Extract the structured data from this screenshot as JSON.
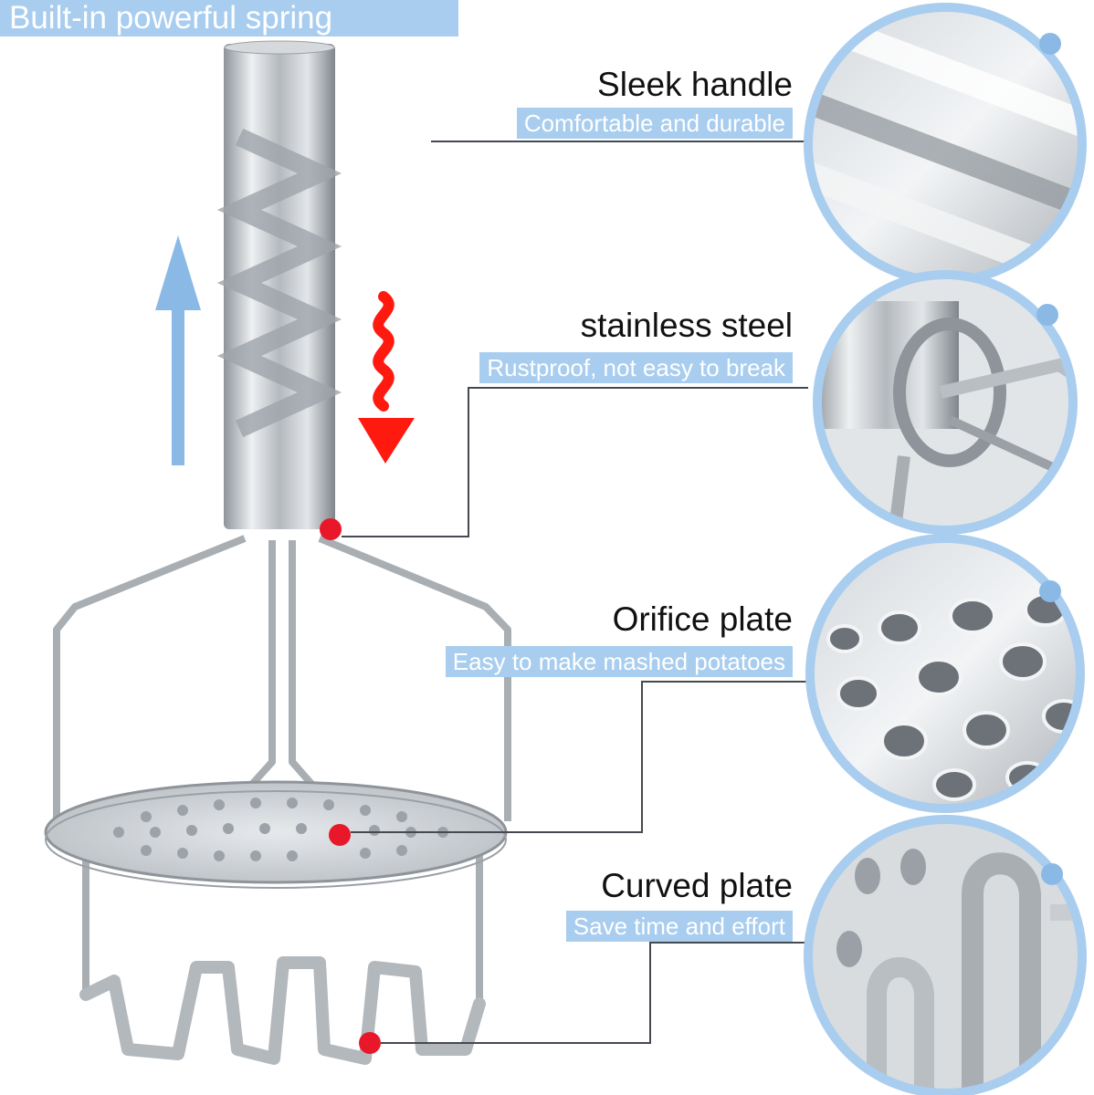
{
  "banner": {
    "text": "Built-in powerful spring"
  },
  "features": [
    {
      "title": "Sleek handle",
      "subtitle": "Comfortable and durable"
    },
    {
      "title": "stainless steel",
      "subtitle": "Rustproof, not easy to break"
    },
    {
      "title": "Orifice plate",
      "subtitle": "Easy to make mashed potatoes"
    },
    {
      "title": "Curved plate",
      "subtitle": "Save time and effort"
    }
  ],
  "colors": {
    "accent": "#a8cdef",
    "callout_dot": "#e8182a",
    "arrow_blue": "#8bb9e6",
    "arrow_red": "#ff1a10",
    "steel": "#c9cdd1"
  },
  "icons": [
    "blue-up-arrow-icon",
    "red-squiggle-down-arrow-icon"
  ]
}
